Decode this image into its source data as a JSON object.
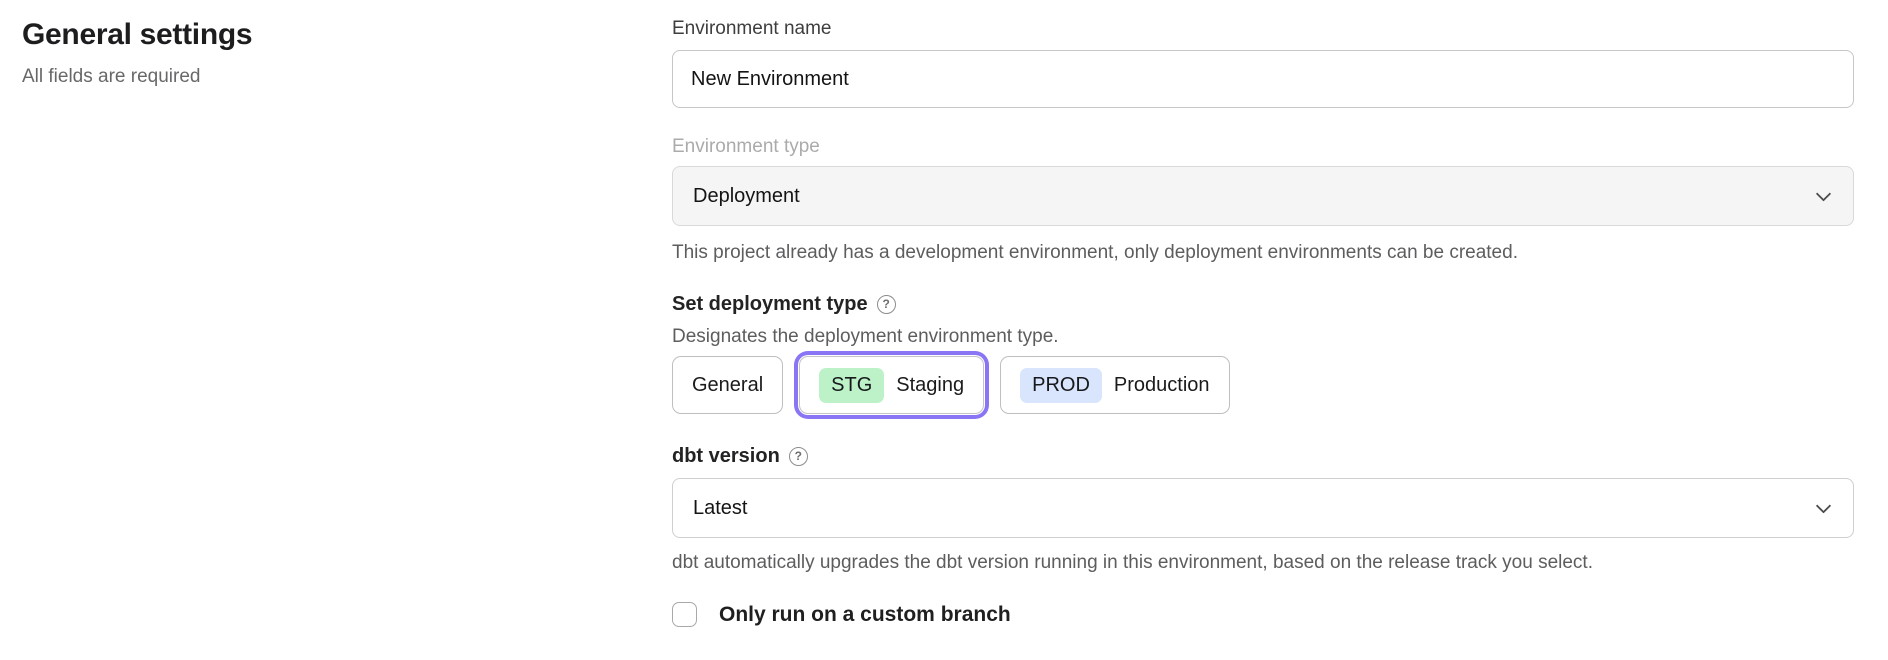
{
  "colors": {
    "accent_purple": "#8a76f4",
    "badge_green": "#bdf2c9",
    "badge_blue": "#d8e5fc",
    "disabled_bg": "#f5f5f6"
  },
  "icons": {
    "help": "?",
    "chevron_down": "chevron-down",
    "checkbox_unchecked": "unchecked"
  },
  "intro": {
    "title": "General settings",
    "subtitle": "All fields are required"
  },
  "form": {
    "environment_name": {
      "label": "Environment name",
      "value": "New Environment"
    },
    "environment_type": {
      "label": "Environment type",
      "value": "Deployment",
      "disabled": true,
      "help": "This project already has a development environment, only deployment environments can be created."
    },
    "deployment_type": {
      "label": "Set deployment type",
      "help": "Designates the deployment environment type.",
      "options": [
        {
          "label": "General",
          "badge": "",
          "selected": false
        },
        {
          "label": "Staging",
          "badge": "STG",
          "badge_color": "#bdf2c9",
          "selected": true
        },
        {
          "label": "Production",
          "badge": "PROD",
          "badge_color": "#d8e5fc",
          "selected": false
        }
      ]
    },
    "dbt_version": {
      "label": "dbt version",
      "value": "Latest",
      "help": "dbt automatically upgrades the dbt version running in this environment, based on the release track you select."
    },
    "custom_branch": {
      "label": "Only run on a custom branch",
      "checked": false
    }
  }
}
